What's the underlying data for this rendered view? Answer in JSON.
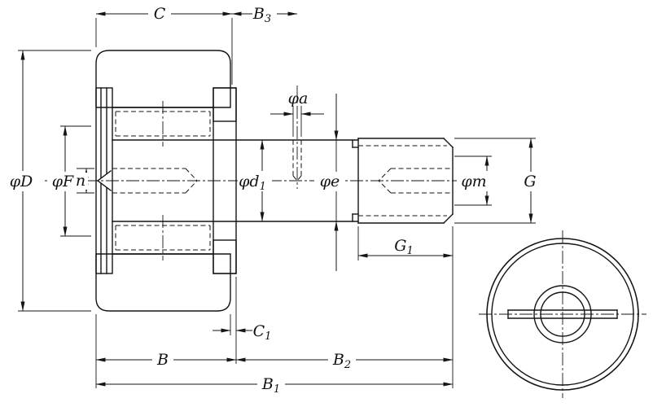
{
  "drawing": {
    "type": "engineering-dimension-diagram",
    "component": "stud-type cam follower bearing, sectioned side view with threaded stud and circular end view",
    "colors": {
      "line": "#151515",
      "hatch_fill": "#d9d9d9",
      "hatch_line": "#8a8a8a",
      "background": "#ffffff"
    },
    "dims": {
      "C": {
        "main": "C",
        "sub": ""
      },
      "B3": {
        "main": "B",
        "sub": "3"
      },
      "phi_a": {
        "main": "φa",
        "sub": ""
      },
      "phi_D": {
        "main": "φD",
        "sub": ""
      },
      "phi_F": {
        "main": "φF",
        "sub": ""
      },
      "n": {
        "main": "n",
        "sub": ""
      },
      "phi_d1": {
        "main": "φd",
        "sub": "1"
      },
      "phi_e": {
        "main": "φe",
        "sub": ""
      },
      "phi_m": {
        "main": "φm",
        "sub": ""
      },
      "G": {
        "main": "G",
        "sub": ""
      },
      "G1": {
        "main": "G",
        "sub": "1"
      },
      "C1": {
        "main": "C",
        "sub": "1"
      },
      "B": {
        "main": "B",
        "sub": ""
      },
      "B2": {
        "main": "B",
        "sub": "2"
      },
      "B1": {
        "main": "B",
        "sub": "1"
      }
    }
  }
}
